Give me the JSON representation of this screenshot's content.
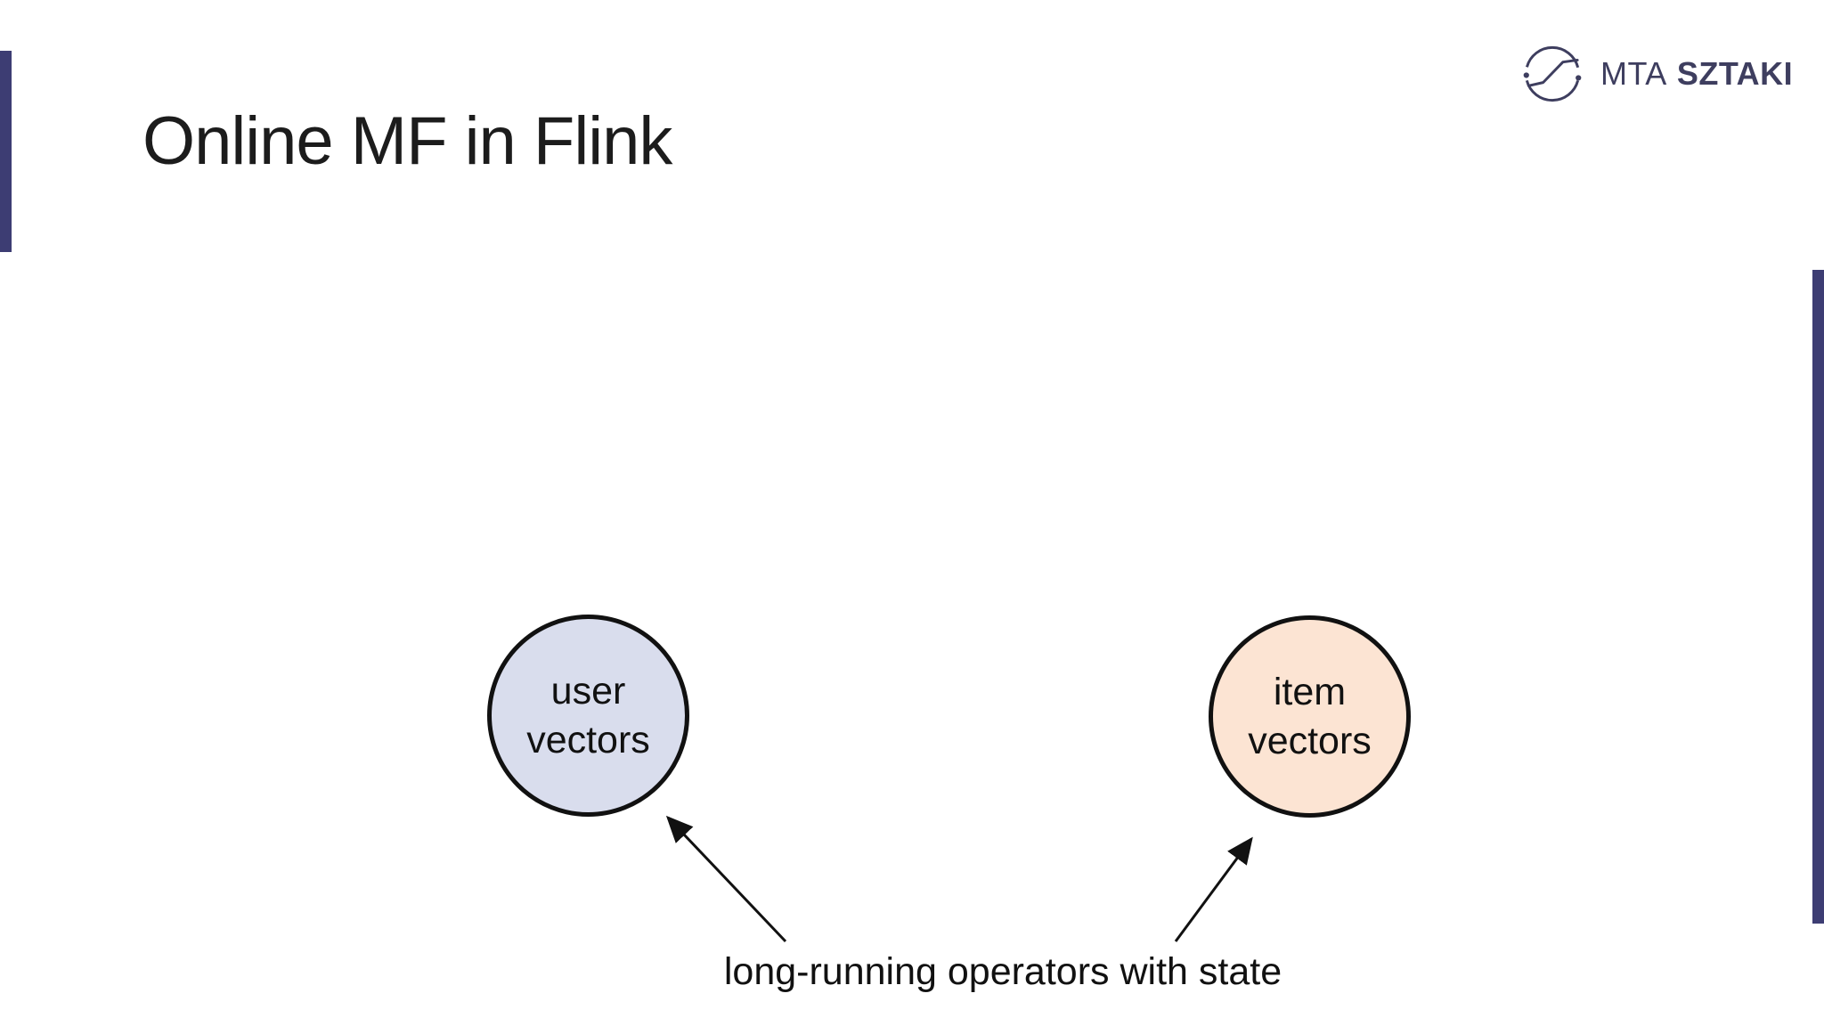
{
  "slide": {
    "title": "Online MF in Flink"
  },
  "header": {
    "logo": {
      "prefix": "MTA",
      "suffix": "SZTAKI",
      "color": "#3e3e5f"
    }
  },
  "accent": {
    "bar_color": "#3d3d73"
  },
  "diagram": {
    "nodes": [
      {
        "id": "user-vectors",
        "line1": "user",
        "line2": "vectors",
        "fill": "#d9dded",
        "stroke": "#111111"
      },
      {
        "id": "item-vectors",
        "line1": "item",
        "line2": "vectors",
        "fill": "#fce4d3",
        "stroke": "#111111"
      }
    ],
    "caption": "long-running operators with state",
    "arrow_color": "#111111"
  }
}
